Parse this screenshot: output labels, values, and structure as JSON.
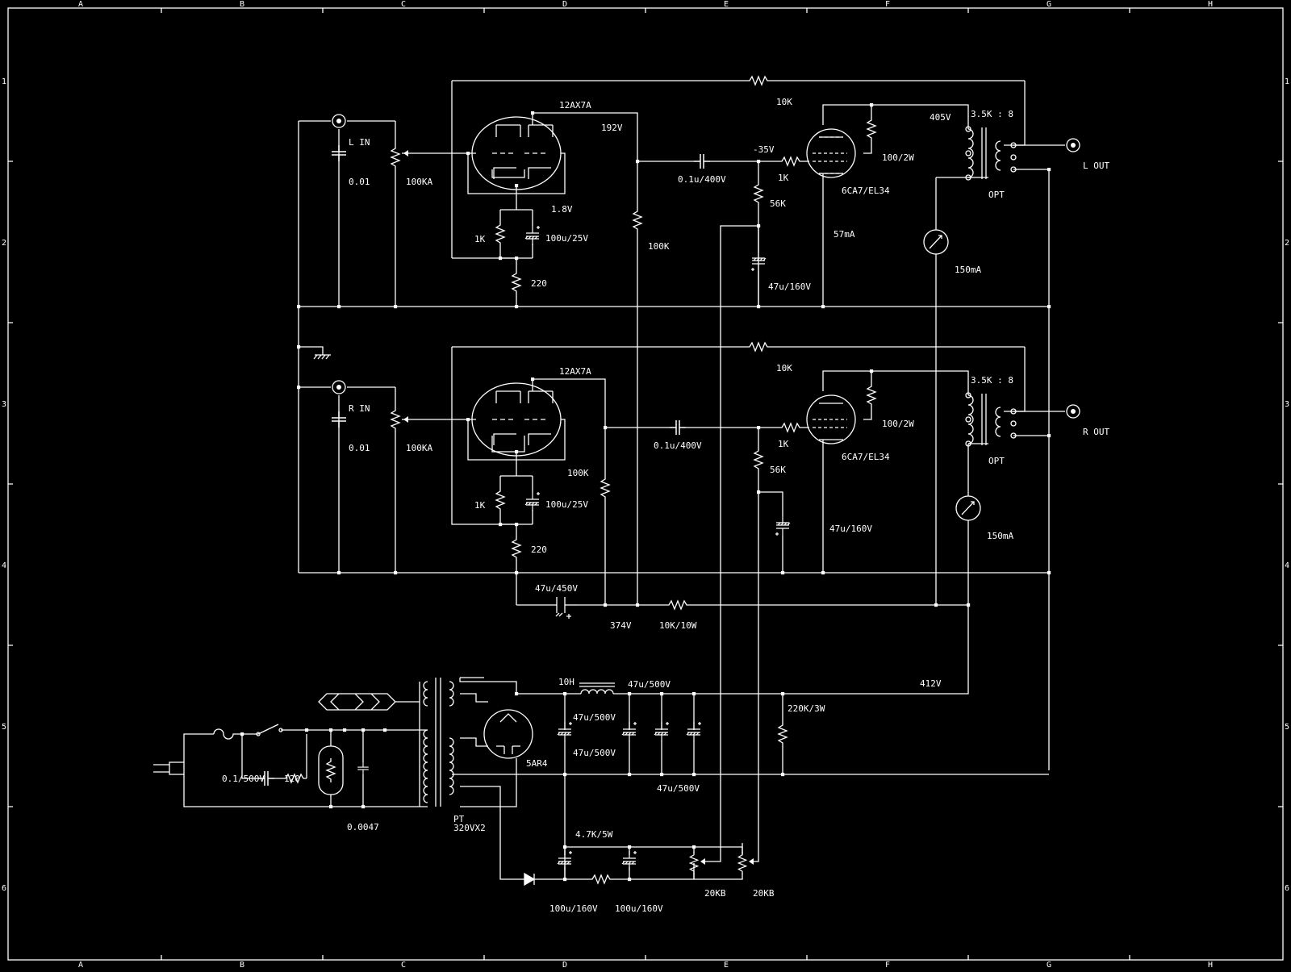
{
  "border": {
    "cols": [
      "A",
      "B",
      "C",
      "D",
      "E",
      "F",
      "G",
      "H"
    ],
    "rows": [
      "1",
      "2",
      "3",
      "4",
      "5",
      "6"
    ]
  },
  "left": {
    "tube": "12AX7A",
    "plate_v": "192V",
    "input": "L IN",
    "in_cap": "0.01",
    "volume": "100KA",
    "cathode_v": "1.8V",
    "rk": "1K",
    "ck": "100u/25V",
    "rk2": "220",
    "plate_r": "100K",
    "coupling": "0.1u/400V",
    "bias_v": "-35V",
    "grid_stop": "1K",
    "grid_leak": "56K",
    "bias_cap": "47u/160V",
    "fb": "10K",
    "screen_r": "100/2W",
    "power_tube": "6CA7/EL34",
    "current": "57mA",
    "b_plus": "405V",
    "opt_ratio": "3.5K : 8",
    "opt": "OPT",
    "meter": "150mA",
    "output": "L OUT"
  },
  "right": {
    "tube": "12AX7A",
    "input": "R IN",
    "in_cap": "0.01",
    "volume": "100KA",
    "rk": "1K",
    "ck": "100u/25V",
    "rk2": "220",
    "plate_r": "100K",
    "coupling": "0.1u/400V",
    "grid_stop": "1K",
    "grid_leak": "56K",
    "bias_cap": "47u/160V",
    "fb": "10K",
    "screen_r": "100/2W",
    "power_tube": "6CA7/EL34",
    "opt_ratio": "3.5K : 8",
    "opt": "OPT",
    "meter": "150mA",
    "output": "R OUT"
  },
  "supply": {
    "dec_cap": "47u/450V",
    "dec_v": "374V",
    "dec_r": "10K/10W",
    "choke": "10H",
    "c1": "47u/500V",
    "c2": "47u/500V",
    "c3": "47u/500V",
    "c4": "47u/500V",
    "bplus_v": "412V",
    "bleeder": "220K/3W",
    "rectifier": "5AR4",
    "pt": "PT",
    "pt_rating": "320VX2",
    "line_cap": "0.1/500V",
    "line_r": "120",
    "snubber": "0.0047",
    "bias_r": "4.7K/5W",
    "bias_c1": "100u/160V",
    "bias_c2": "100u/160V",
    "pot1": "20KB",
    "pot2": "20KB"
  }
}
